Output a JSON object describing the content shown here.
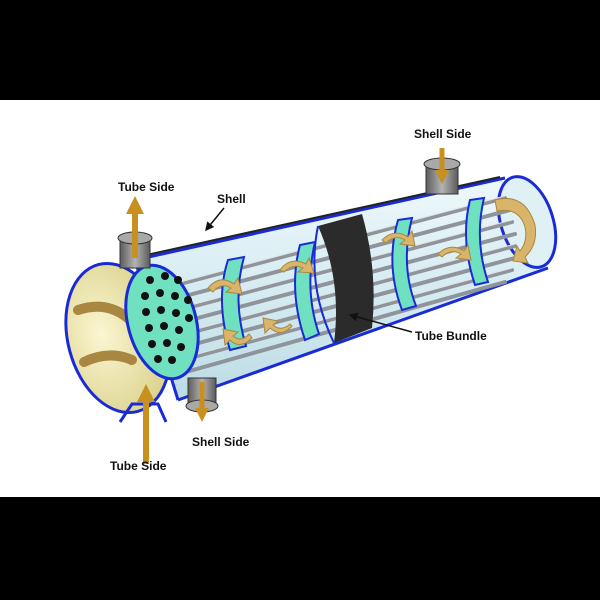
{
  "diagram": {
    "labels": {
      "tube_side_top": "Tube Side",
      "tube_side_bottom": "Tube Side",
      "shell": "Shell",
      "shell_side_top": "Shell Side",
      "shell_side_bottom": "Shell Side",
      "tube_bundle": "Tube Bundle"
    },
    "colors": {
      "background": "#ffffff",
      "frame": "#000000",
      "shell_glass": "#d6ecf2",
      "shell_outline": "#1a2bd6",
      "baffle": "#6fe0c0",
      "tube": "#9aa0a6",
      "flow_arrow": "#d8b56a",
      "nozzle_arrow": "#c8901e",
      "nozzle": "#8a8a8a",
      "band": "#2b2b2b",
      "head_cap": "#efe6a8"
    }
  }
}
